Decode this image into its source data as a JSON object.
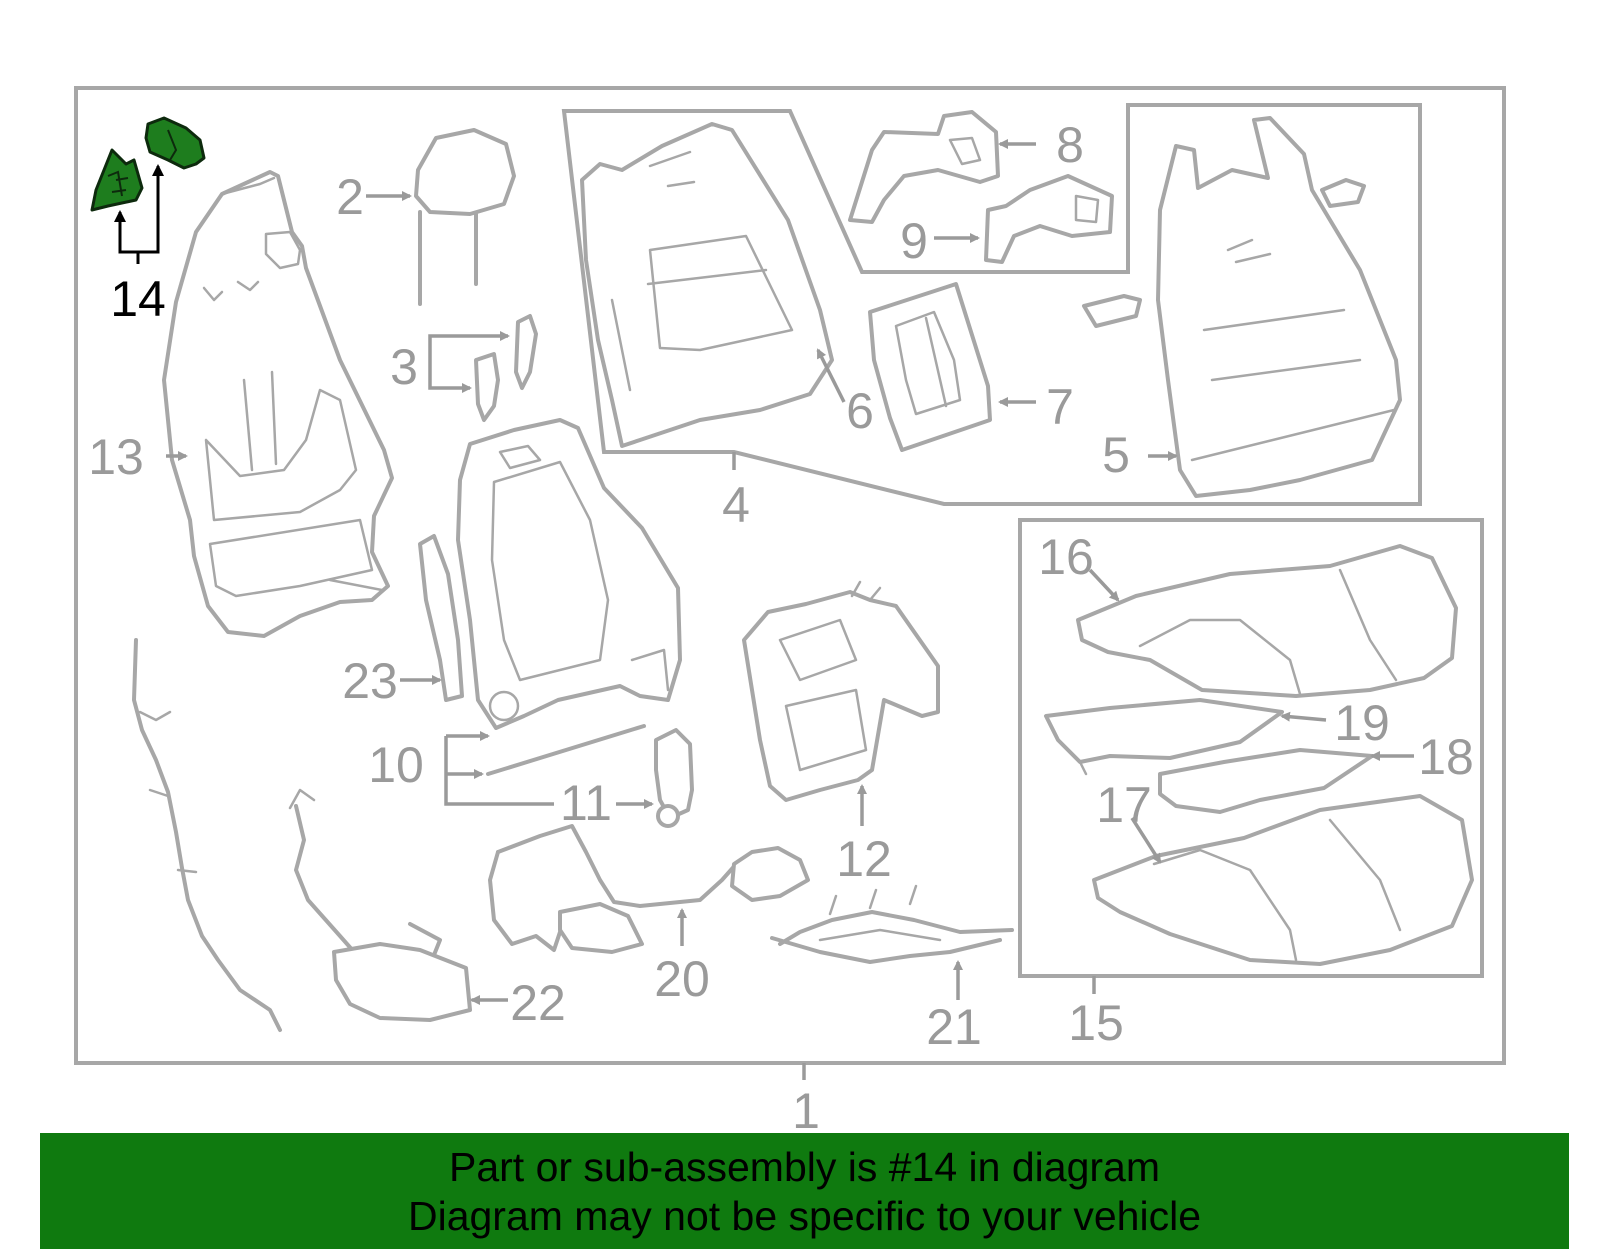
{
  "callouts": {
    "c1": "1",
    "c2": "2",
    "c3": "3",
    "c4": "4",
    "c5": "5",
    "c6": "6",
    "c7": "7",
    "c8": "8",
    "c9": "9",
    "c10": "10",
    "c11": "11",
    "c12": "12",
    "c13": "13",
    "c14": "14",
    "c15": "15",
    "c16": "16",
    "c17": "17",
    "c18": "18",
    "c19": "19",
    "c20": "20",
    "c21": "21",
    "c22": "22",
    "c23": "23"
  },
  "highlighted_part": "14",
  "colors": {
    "highlight": "#1e7d1e",
    "banner": "#0f7a0f",
    "line_art": "#a7a7a7"
  },
  "banner": {
    "line1": "Part or sub-assembly is #14 in diagram",
    "line2": "Diagram may not be specific to your vehicle"
  }
}
